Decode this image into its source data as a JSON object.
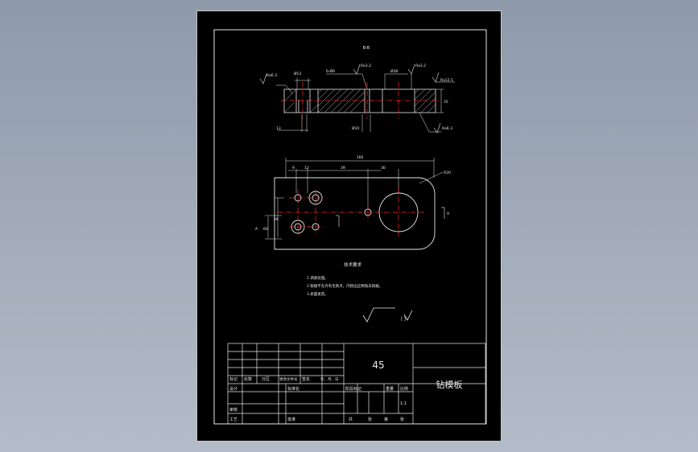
{
  "drawing": {
    "section_view_label": "B-B",
    "dimensions": {
      "top_dia_left": "Ø13",
      "top_thread": "6-Ø9",
      "top_fit": "Ø10",
      "top_hole_dia": "Ø38",
      "top_thickness": "35",
      "top_left_width": "13",
      "top_left_bottom": "Ø10",
      "overall_length": "160",
      "plan_d1": "9",
      "plan_d2": "12",
      "plan_d3": "39",
      "plan_d4": "30",
      "plan_radius": "R20",
      "plan_h1": "60",
      "plan_h2": "26",
      "section_marker": "A"
    },
    "roughness": {
      "r1": "Ra6.3",
      "r2": "Ra3.2",
      "r3": "Ra3.2",
      "r4": "Ra12.5",
      "r5": "Ra6.3"
    },
    "tech_requirements": {
      "title": "技术要求",
      "items": [
        "1.调质处理。",
        "2.锐棱不允许有毛刺点，内锐边应倒角去锐棱。",
        "3.表面发黑。"
      ],
      "roughness_note": "（  ）"
    },
    "title_block": {
      "material": "45",
      "part_name": "钻模板",
      "header_cells": [
        "标记",
        "处数",
        "分区",
        "更改文件号",
        "签名",
        "年、月、日"
      ],
      "design_label": "设计",
      "standardize_label": "标准化",
      "review_label": "审核",
      "process_label": "工艺",
      "approve_label": "批准",
      "stage_label": "阶段标记",
      "weight_label": "重量",
      "scale_label": "比例",
      "scale_value": "1:1",
      "sheet_total_label": "共",
      "sheet_label": "张",
      "page_label": "第",
      "page_label2": "张"
    }
  }
}
